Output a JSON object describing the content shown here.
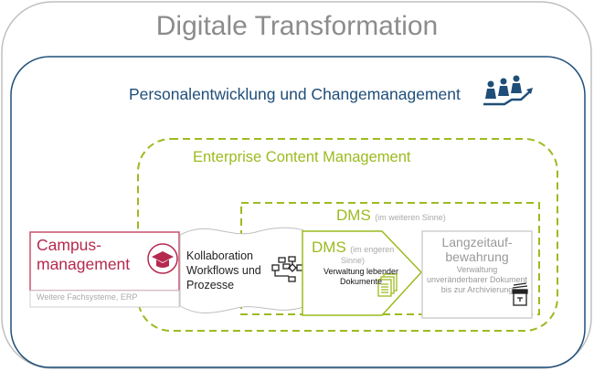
{
  "outer": {
    "title": "Digitale Transformation"
  },
  "people": {
    "title": "Personalentwicklung und Changemanagement"
  },
  "ecm": {
    "title": "Enterprise Content Management"
  },
  "dms_wide": {
    "title": "DMS",
    "subtitle": "(im weiteren Sinne)"
  },
  "campus": {
    "title_line1": "Campus-",
    "title_line2": "management",
    "other": "Weitere Fachsysteme, ERP"
  },
  "collab": {
    "line1": "Kollaboration",
    "line2": "Workflows und",
    "line3": "Prozesse"
  },
  "dms_narrow": {
    "title": "DMS",
    "subtitle1": "(im engeren",
    "subtitle2": "Sinne)",
    "desc1": "Verwaltung lebender",
    "desc2": "Dokumente"
  },
  "archive": {
    "title1": "Langzeitauf-",
    "title2": "bewahrung",
    "desc1": "Verwaltung",
    "desc2": "unveränderbarer Dokument",
    "desc3": "bis zur Archivierung"
  },
  "colors": {
    "gray": "#8c8c8c",
    "blue": "#1f4e79",
    "green": "#9bbb1f",
    "crimson": "#b5294e"
  }
}
